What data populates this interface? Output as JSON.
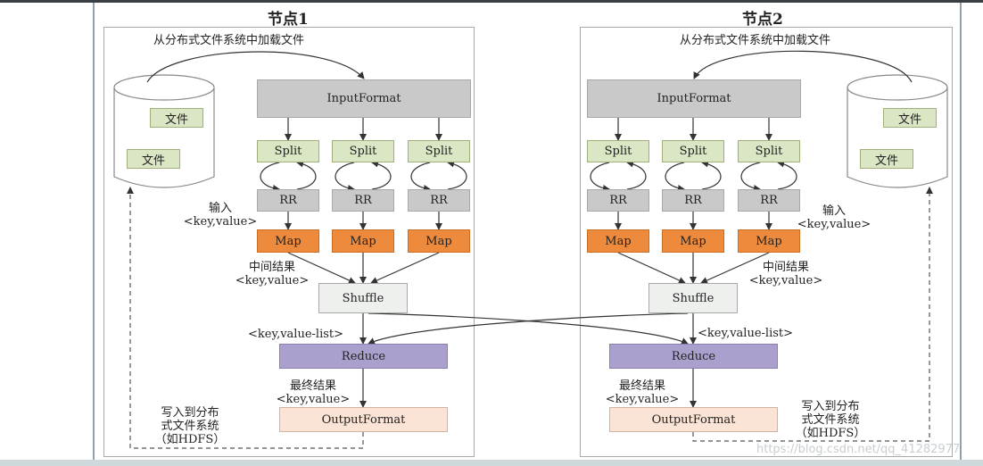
{
  "node1": {
    "title": "节点1",
    "load_label": "从分布式文件系统中加载文件",
    "file1": "文件",
    "file2": "文件",
    "input_format": "InputFormat",
    "split": [
      "Split",
      "Split",
      "Split"
    ],
    "rr": [
      "RR",
      "RR",
      "RR"
    ],
    "map": [
      "Map",
      "Map",
      "Map"
    ],
    "input_label_1": "输入",
    "input_label_2": "<key,value>",
    "mid_label_1": "中间结果",
    "mid_label_2": "<key,value>",
    "shuffle": "Shuffle",
    "list_label": "<key,value-list>",
    "reduce": "Reduce",
    "final_label_1": "最终结果",
    "final_label_2": "<key,value>",
    "output_format": "OutputFormat",
    "write_label_1": "写入到分布",
    "write_label_2": "式文件系统",
    "write_label_3": "（如HDFS）"
  },
  "node2": {
    "title": "节点2",
    "load_label": "从分布式文件系统中加载文件",
    "file1": "文件",
    "file2": "文件",
    "input_format": "InputFormat",
    "split": [
      "Split",
      "Split",
      "Split"
    ],
    "rr": [
      "RR",
      "RR",
      "RR"
    ],
    "map": [
      "Map",
      "Map",
      "Map"
    ],
    "input_label_1": "输入",
    "input_label_2": "<key,value>",
    "mid_label_1": "中间结果",
    "mid_label_2": "<key,value>",
    "shuffle": "Shuffle",
    "list_label": "<key,value-list>",
    "reduce": "Reduce",
    "final_label_1": "最终结果",
    "final_label_2": "<key,value>",
    "output_format": "OutputFormat",
    "write_label_1": "写入到分布",
    "write_label_2": "式文件系统",
    "write_label_3": "（如HDFS）"
  },
  "watermark": "https://blog.csdn.net/qq_41282977",
  "colors": {
    "gray_box": "#c9c9c9",
    "split_green": "#dbe6c4",
    "map_orange": "#ee8a3c",
    "reduce_purple": "#ab9fcd",
    "output_peach": "#fbe3d6",
    "shuffle_light": "#eef0ee"
  }
}
